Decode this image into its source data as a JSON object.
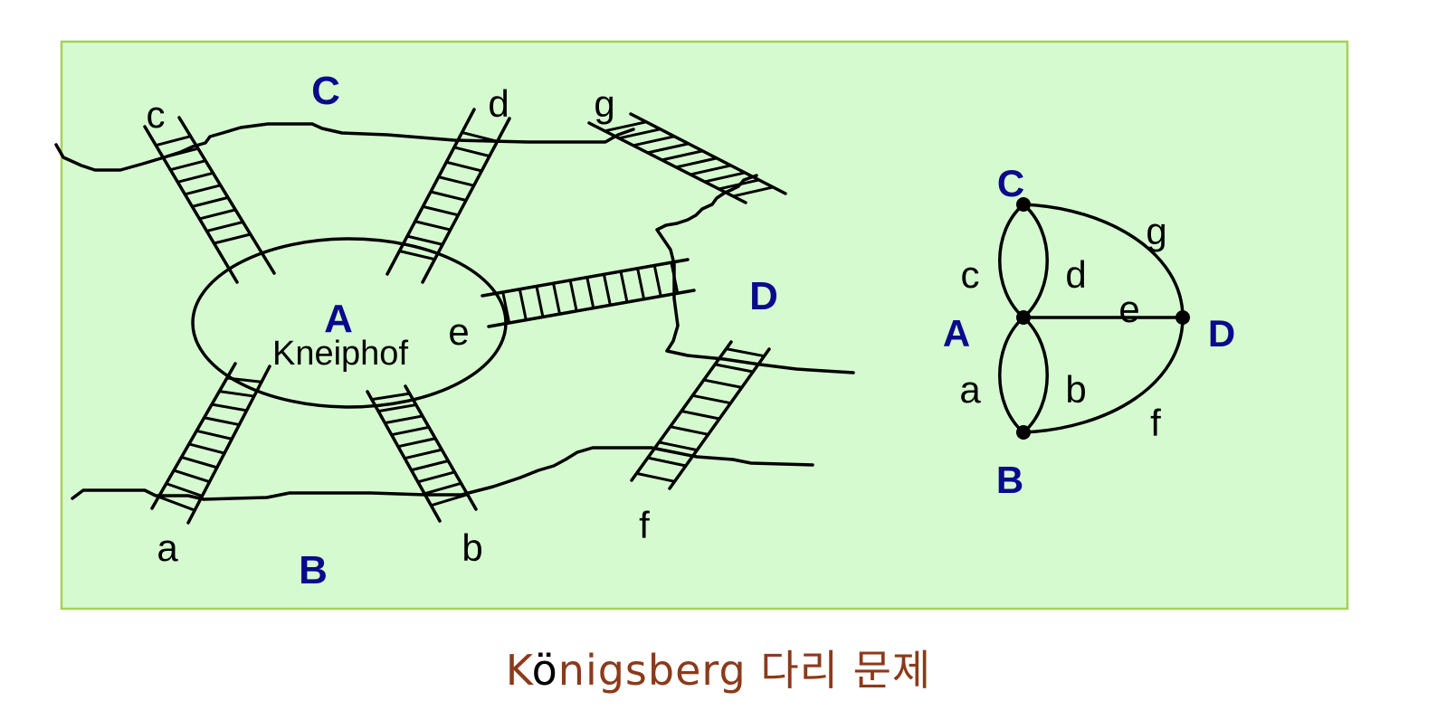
{
  "colors": {
    "panel_fill": "#d6fad0",
    "panel_border": "#a5d05a",
    "ink": "#000000",
    "region_label": "#0a0a8c",
    "caption": "#8B3A1A",
    "caption_accent": "#000000"
  },
  "map": {
    "regions": {
      "A": "A",
      "B": "B",
      "C": "C",
      "D": "D"
    },
    "island_name": "Kneiphof",
    "bridges": {
      "a": "a",
      "b": "b",
      "c": "c",
      "d": "d",
      "e": "e",
      "f": "f",
      "g": "g"
    }
  },
  "graph": {
    "nodes": [
      "A",
      "B",
      "C",
      "D"
    ],
    "edges": [
      {
        "label": "a",
        "from": "A",
        "to": "B"
      },
      {
        "label": "b",
        "from": "A",
        "to": "B"
      },
      {
        "label": "c",
        "from": "A",
        "to": "C"
      },
      {
        "label": "d",
        "from": "A",
        "to": "C"
      },
      {
        "label": "e",
        "from": "A",
        "to": "D"
      },
      {
        "label": "f",
        "from": "B",
        "to": "D"
      },
      {
        "label": "g",
        "from": "C",
        "to": "D"
      }
    ]
  },
  "caption": {
    "pre": "K",
    "accent": "ö",
    "post": "nigsberg 다리 문제"
  }
}
